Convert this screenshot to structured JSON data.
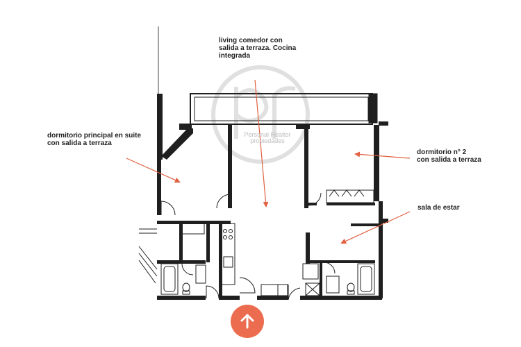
{
  "labels": {
    "living": [
      "living comedor con",
      "salida a terraza. Cocina",
      "integrada"
    ],
    "master": [
      "dormitorio principal en suite",
      "con salida a terraza"
    ],
    "bedroom2": [
      "dormitorio n° 2",
      "con salida a terraza"
    ],
    "sala": [
      "sala de estar"
    ]
  },
  "watermark": {
    "logo": "pr",
    "line1": "Personal Realtor",
    "line2": "propiedades"
  },
  "colors": {
    "wall": "#1f1f1f",
    "arrow": "#e0603f",
    "button": "#ec6c4f",
    "watermark": "#c8c8c8"
  },
  "controls": {
    "scroll_up_icon": "arrow-up-icon"
  }
}
